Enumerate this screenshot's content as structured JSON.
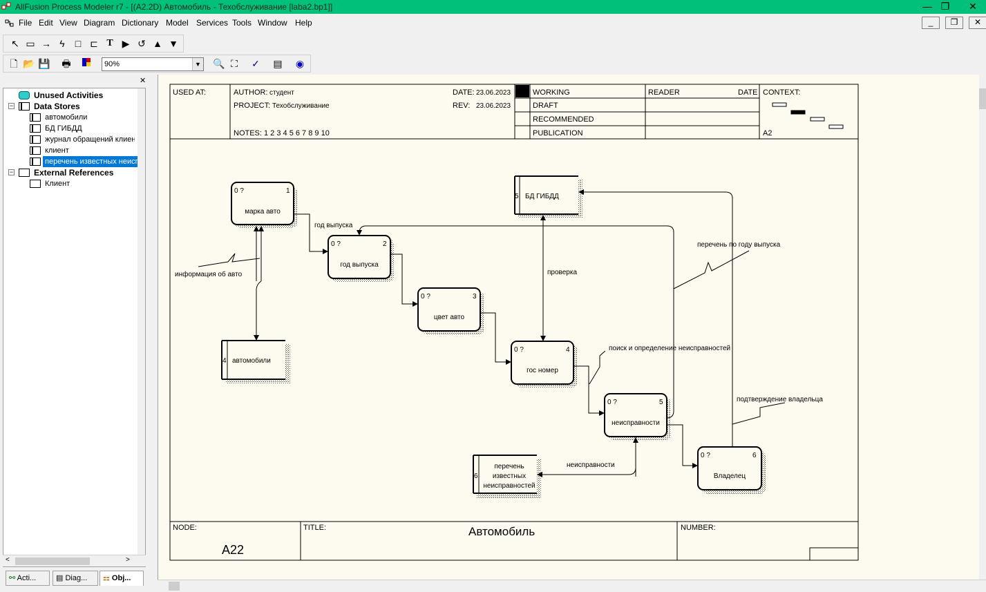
{
  "window": {
    "title": "AllFusion Process Modeler r7 - [(A2.2D) Автомобиль - Техобслуживание  [laba2.bp1]]",
    "minimize": "—",
    "restore": "❐",
    "close": "✕"
  },
  "menu": [
    "File",
    "Edit",
    "View",
    "Diagram",
    "Dictionary",
    "Model",
    "Services",
    "Tools",
    "Window",
    "Help"
  ],
  "mdi": {
    "minimize": "_",
    "restore": "❐",
    "close": "✕"
  },
  "toolbar": {
    "zoom_value": "90%"
  },
  "tree": {
    "items": [
      {
        "label": "Unused Activities",
        "bold": true
      },
      {
        "label": "Data Stores",
        "bold": true,
        "expander": "−"
      },
      {
        "label": "автомобили"
      },
      {
        "label": "БД ГИБДД"
      },
      {
        "label": "журнал обращений клиентов"
      },
      {
        "label": "клиент"
      },
      {
        "label": "перечень известных неисправностей",
        "selected": true
      },
      {
        "label": "External References",
        "bold": true,
        "expander": "−"
      },
      {
        "label": "Клиент"
      }
    ]
  },
  "bottom_tabs": [
    "Acti...",
    "Diag...",
    "Obj..."
  ],
  "header": {
    "used_at": "USED AT:",
    "author_label": "AUTHOR:",
    "author": "студент",
    "project_label": "PROJECT:",
    "project": "Техобслуживание",
    "date_label": "DATE:",
    "date": "23.06.2023",
    "rev_label": "REV:",
    "rev": "23.06.2023",
    "notes": "NOTES:  1  2  3  4  5  6  7  8  9  10",
    "status": [
      "WORKING",
      "DRAFT",
      "RECOMMENDED",
      "PUBLICATION"
    ],
    "reader": "READER",
    "reader_date": "DATE",
    "context": "CONTEXT:",
    "context_node": "A2"
  },
  "footer": {
    "node_label": "NODE:",
    "node": "A22",
    "title_label": "TITLE:",
    "title": "Автомобиль",
    "number_label": "NUMBER:"
  },
  "activities": [
    {
      "id": "1",
      "label": "марка авто",
      "tl": "0 ?"
    },
    {
      "id": "2",
      "label": "год выпуска",
      "tl": "0 ?"
    },
    {
      "id": "3",
      "label": "цвет авто",
      "tl": "0 ?"
    },
    {
      "id": "4",
      "label": "гос номер",
      "tl": "0 ?"
    },
    {
      "id": "5",
      "label": "неисправности",
      "tl": "0 ?"
    },
    {
      "id": "6",
      "label": "Владелец",
      "tl": "0 ?"
    }
  ],
  "stores": [
    {
      "id": "5",
      "label": "БД ГИБДД"
    },
    {
      "id": "4",
      "label": "автомобили"
    },
    {
      "id": "6",
      "lines": [
        "перечень",
        "известных",
        "неисправностей"
      ]
    }
  ],
  "arrow_labels": [
    "год выпуска",
    "информация об авто",
    "проверка",
    "перечень по году выпуска",
    "поиск и определение неисправностей",
    "подтверждение владельца",
    "неисправности"
  ]
}
